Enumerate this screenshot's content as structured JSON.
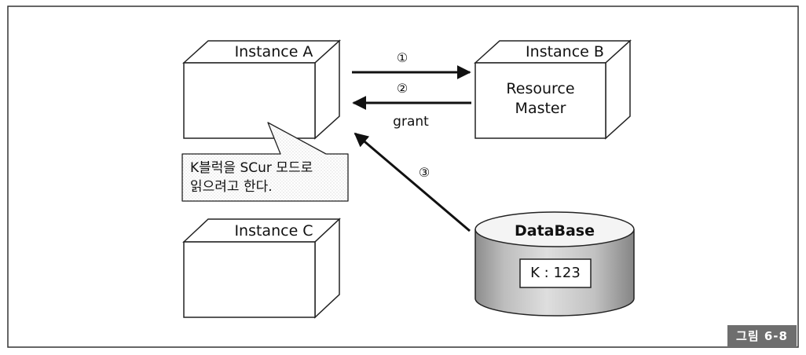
{
  "instances": {
    "a": {
      "title": "Instance A"
    },
    "b": {
      "title": "Instance B",
      "body_line1": "Resource",
      "body_line2": "Master"
    },
    "c": {
      "title": "Instance C"
    }
  },
  "callout": {
    "line1": "K블럭을 SCur 모드로",
    "line2": "읽으려고 한다."
  },
  "arrows": {
    "step1": "①",
    "step2": "②",
    "step2_label": "grant",
    "step3": "③"
  },
  "database": {
    "title": "DataBase",
    "record": "K : 123"
  },
  "figure_tag": "그림 6-8"
}
